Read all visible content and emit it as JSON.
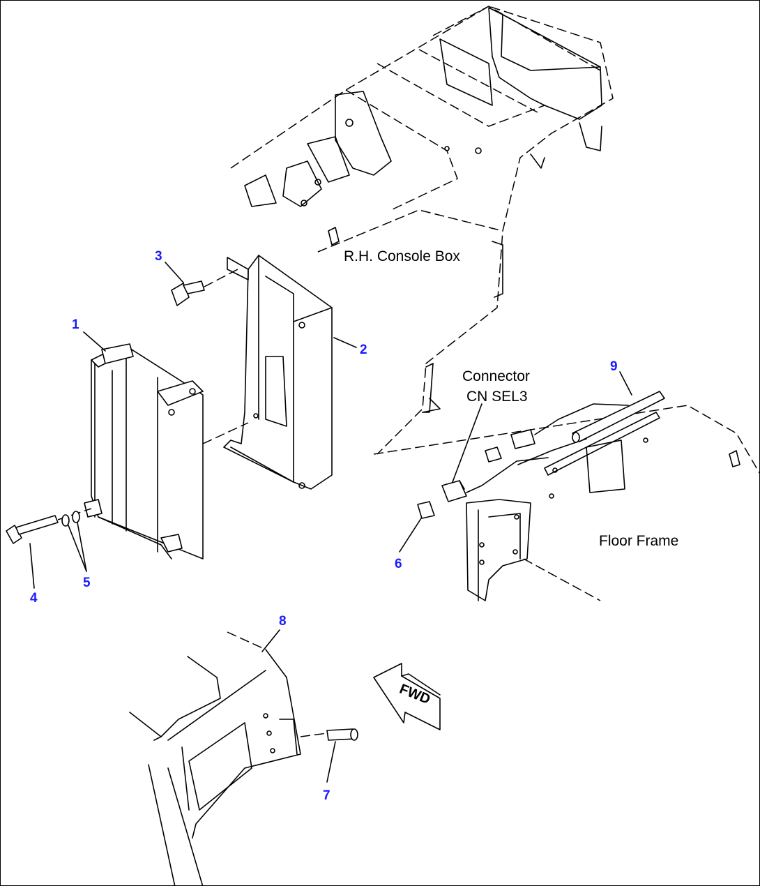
{
  "labels": {
    "rh_console_box": "R.H. Console Box",
    "connector_line1": "Connector",
    "connector_line2": "CN SEL3",
    "floor_frame": "Floor Frame",
    "fwd": "FWD"
  },
  "callouts": [
    "1",
    "2",
    "3",
    "4",
    "5",
    "6",
    "7",
    "8",
    "9"
  ],
  "colors": {
    "callout_number": "#1a1aff",
    "line": "#000000",
    "background": "#ffffff"
  }
}
